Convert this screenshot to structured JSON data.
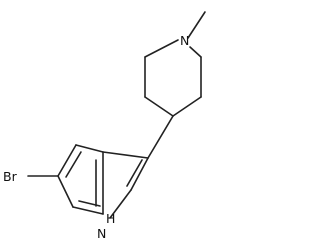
{
  "molecule": {
    "atom_labels": {
      "nitrogen_methyl": "N",
      "bromine": "Br",
      "indole_nh": "H",
      "indole_n": "N"
    },
    "colors": {
      "bond": "#222222",
      "label": "#111111",
      "background": "#ffffff"
    }
  }
}
